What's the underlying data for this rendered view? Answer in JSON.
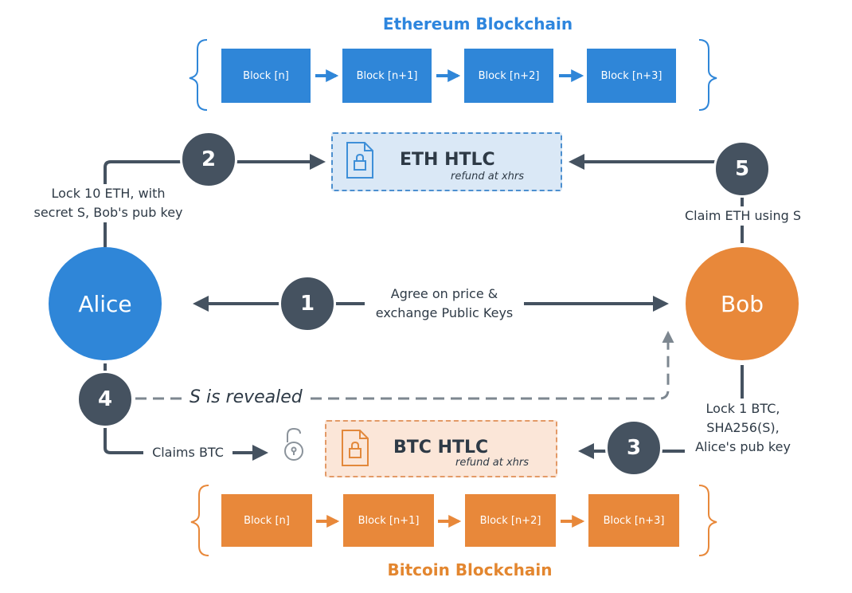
{
  "ethereum": {
    "title": "Ethereum Blockchain",
    "blocks": [
      "Block [n]",
      "Block [n+1]",
      "Block [n+2]",
      "Block [n+3]"
    ],
    "color": "#2f86d8"
  },
  "bitcoin": {
    "title": "Bitcoin Blockchain",
    "blocks": [
      "Block [n]",
      "Block [n+1]",
      "Block [n+2]",
      "Block [n+3]"
    ],
    "color": "#e8883a"
  },
  "eth_htlc": {
    "title": "ETH HTLC",
    "subtitle": "refund at xhrs"
  },
  "btc_htlc": {
    "title": "BTC HTLC",
    "subtitle": "refund at xhrs"
  },
  "alice": {
    "name": "Alice"
  },
  "bob": {
    "name": "Bob"
  },
  "steps": [
    {
      "number": "1",
      "label_line1": "Agree on price &",
      "label_line2": "exchange Public Keys"
    },
    {
      "number": "2",
      "label_line1": "Lock 10 ETH,  with",
      "label_line2": "secret S, Bob's pub key"
    },
    {
      "number": "3",
      "label_line1": "Lock 1 BTC,",
      "label_line2": "SHA256(S),",
      "label_line3": "Alice's pub key"
    },
    {
      "number": "4",
      "label": "Claims BTC",
      "revealed": "S is revealed"
    },
    {
      "number": "5",
      "label": "Claim ETH using S"
    }
  ],
  "icons": {
    "htlc_document": "locked-document-icon",
    "unlocked": "unlocked-padlock-icon"
  },
  "colors": {
    "step_circle": "#455260",
    "line": "#455260"
  }
}
